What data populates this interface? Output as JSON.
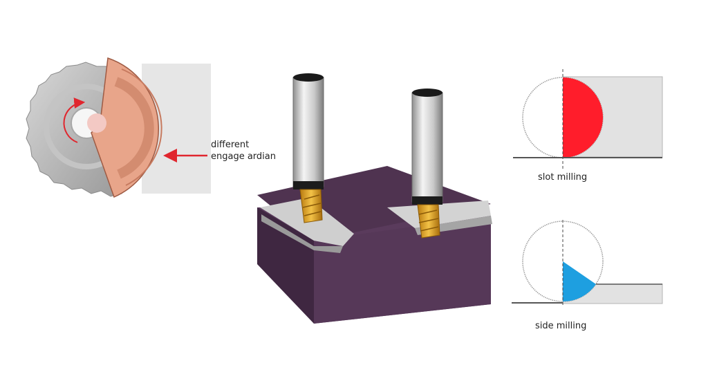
{
  "labels": {
    "engage_line1": "different",
    "engage_line2": "engage ardian",
    "slot_milling": "slot milling",
    "side_milling": "side milling"
  },
  "colors": {
    "workpiece_top": "#4f3350",
    "workpiece_front": "#5a3b5c",
    "workpiece_side": "#3f2741",
    "slot_fill": "#ff1d2b",
    "side_fill": "#1e9fe0",
    "engage_fill": "#e8a58a",
    "arrow": "#e0262e",
    "cutter_gold": "#e0a020",
    "stock_gray": "#e2e2e2"
  }
}
